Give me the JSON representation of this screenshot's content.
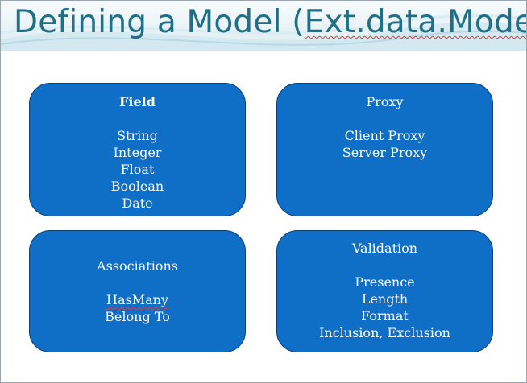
{
  "title_prefix": "Defining a Model (",
  "title_highlight": "Ext.data.Model",
  "title_suffix": ")",
  "cards": {
    "field": {
      "heading": "Field",
      "items": [
        "String",
        "Integer",
        "Float",
        "Boolean",
        "Date"
      ]
    },
    "proxy": {
      "heading": "Proxy",
      "items": [
        "Client Proxy",
        "Server Proxy"
      ]
    },
    "associations": {
      "heading": "Associations",
      "items": [
        "HasMany",
        "Belong To"
      ]
    },
    "validation": {
      "heading": "Validation",
      "items": [
        "Presence",
        "Length",
        "Format",
        "Inclusion, Exclusion"
      ]
    }
  },
  "colors": {
    "title": "#1f6f86",
    "card_fill": "#0f6fc6",
    "card_border": "#0b3f78",
    "card_text": "#ffffff"
  }
}
